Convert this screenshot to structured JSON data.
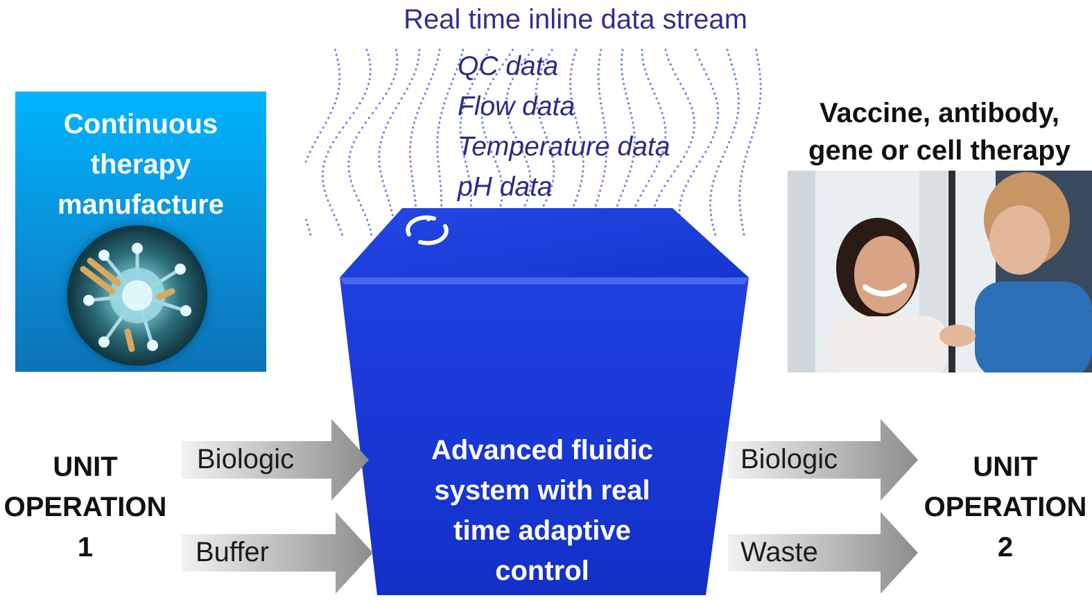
{
  "header": {
    "stream_title": "Real time inline data stream"
  },
  "data_stream": {
    "items": [
      "QC data",
      "Flow data",
      "Temperature data",
      "pH data"
    ],
    "dot_color": "#3a59d8"
  },
  "manufacture_card": {
    "title_lines": [
      "Continuous",
      "therapy",
      "manufacture"
    ],
    "icon": "virus-icon"
  },
  "therapy": {
    "title_lines": [
      "Vaccine, antibody,",
      "gene or cell therapy"
    ],
    "image": "patient-doctor-photo"
  },
  "system": {
    "label_lines": [
      "Advanced fluidic",
      "system with real",
      "time adaptive",
      "control"
    ],
    "icon": "loop-icon",
    "color": "#1a37d8"
  },
  "unit_operations": {
    "left": {
      "lines": [
        "UNIT",
        "OPERATION",
        "1"
      ]
    },
    "right": {
      "lines": [
        "UNIT",
        "OPERATION",
        "2"
      ]
    }
  },
  "flows": {
    "inputs": [
      "Biologic",
      "Buffer"
    ],
    "outputs": [
      "Biologic",
      "Waste"
    ]
  }
}
